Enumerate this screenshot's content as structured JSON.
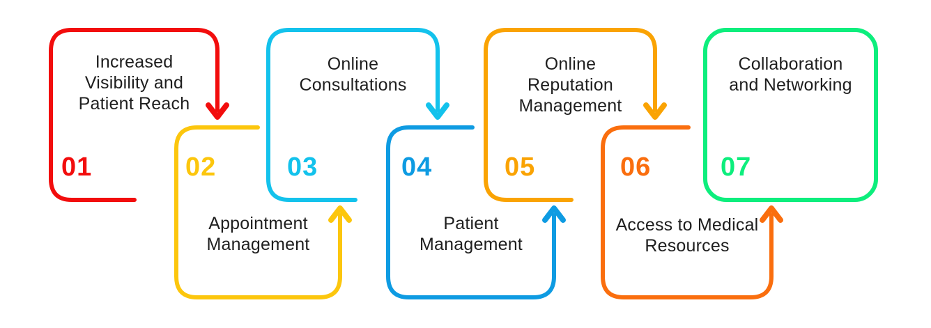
{
  "diagram": {
    "background_color": "#ffffff",
    "text_color": "#1e1e1e",
    "steps": [
      {
        "number": "01",
        "label": "Increased Visibility and Patient Reach",
        "lines": [
          "Increased",
          "Visibility and",
          "Patient Reach"
        ],
        "color": "#F20D0D",
        "row": "top",
        "arrow": "down"
      },
      {
        "number": "02",
        "label": "Appointment Management",
        "lines": [
          "Appointment",
          "Management"
        ],
        "color": "#FCC60D",
        "row": "bottom",
        "arrow": "up"
      },
      {
        "number": "03",
        "label": "Online Consultations",
        "lines": [
          "Online",
          "Consultations"
        ],
        "color": "#13C2EC",
        "row": "top",
        "arrow": "down"
      },
      {
        "number": "04",
        "label": "Patient Management",
        "lines": [
          "Patient",
          "Management"
        ],
        "color": "#0E9BE2",
        "row": "bottom",
        "arrow": "up"
      },
      {
        "number": "05",
        "label": "Online Reputation Management",
        "lines": [
          "Online",
          "Reputation",
          "Management"
        ],
        "color": "#FAA303",
        "row": "top",
        "arrow": "down"
      },
      {
        "number": "06",
        "label": "Access to Medical Resources",
        "lines": [
          "Access to Medical",
          "Resources"
        ],
        "color": "#FA6E0E",
        "row": "bottom",
        "arrow": "up"
      },
      {
        "number": "07",
        "label": "Collaboration and Networking",
        "lines": [
          "Collaboration",
          "and Networking"
        ],
        "color": "#0DEE7D",
        "row": "top",
        "arrow": "none"
      }
    ]
  }
}
